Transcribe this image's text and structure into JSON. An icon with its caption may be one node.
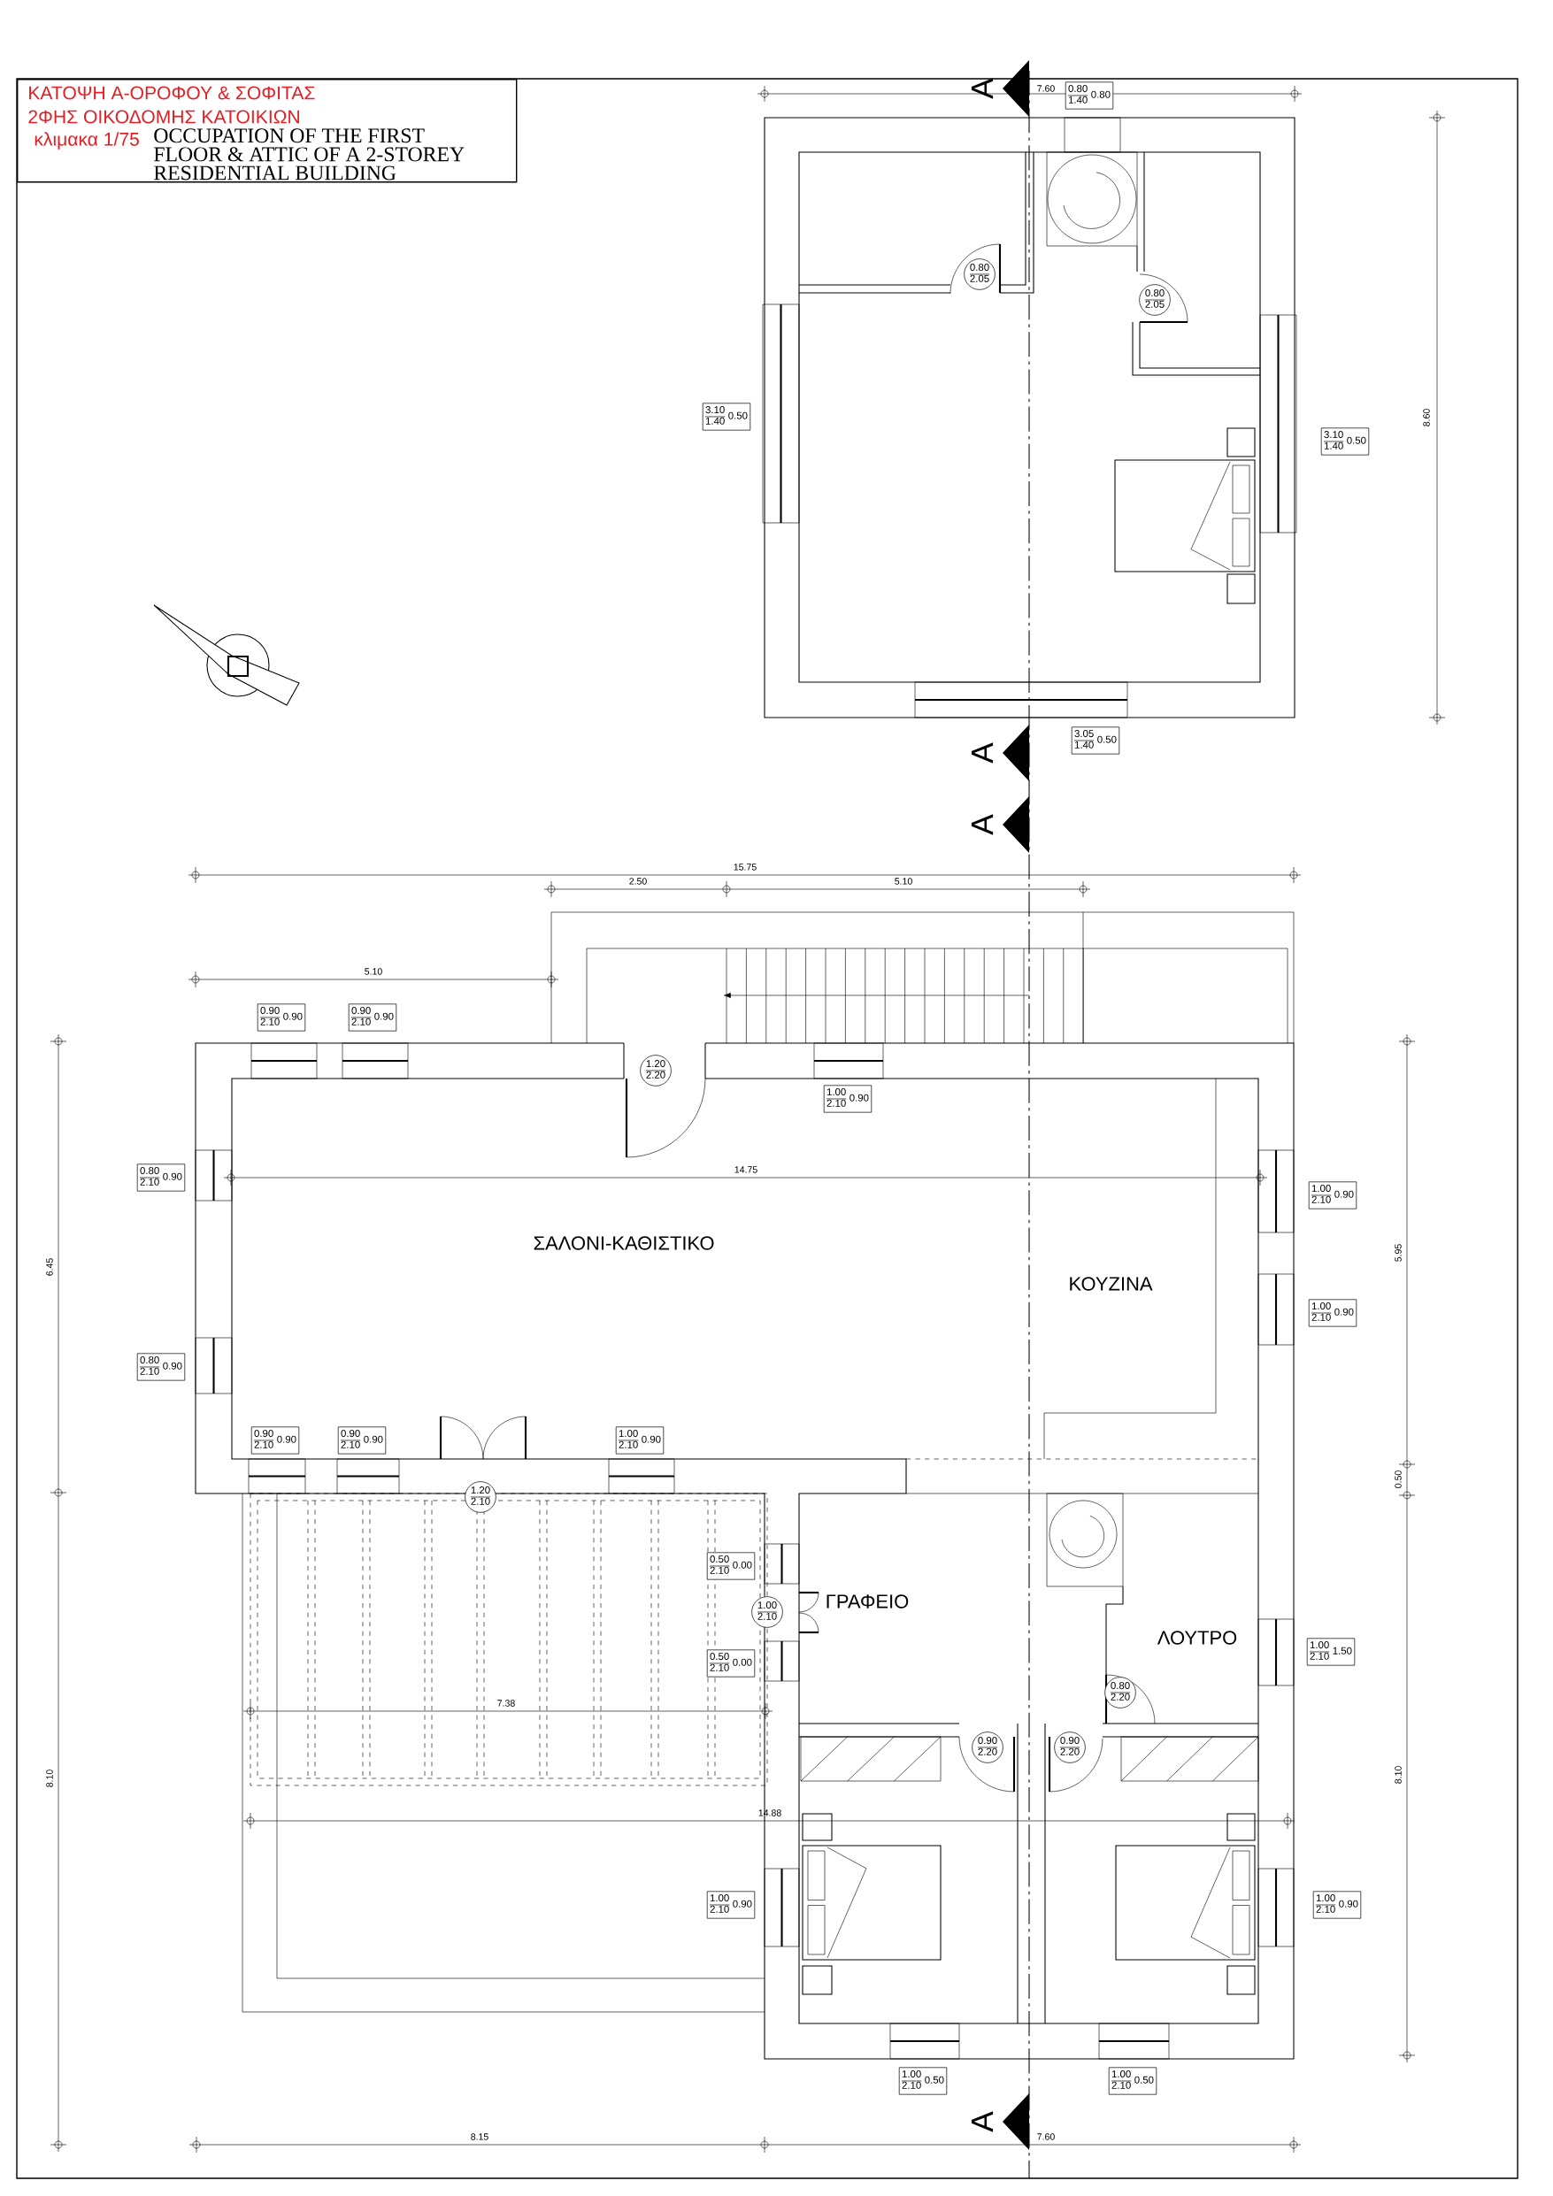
{
  "diagram": {
    "nodes": [
      {
        "text": [
          "ΚΑΤΟΨΗ Α-ΟΡΟΦΟΥ & ΣΟΦΙΤΑΣ",
          "2ΦΗΣ ΟΙΚΟΔΟΜΗΣ ΚΑΤΟΙΚΙΩΝ",
          "κλιμακα 1/75",
          "OCCUPATION OF THE FIRST FLOOR & ATTIC OF A 2-STOREY RESIDENTIAL BUILDING"
        ]
      },
      {
        "text": [
          "0.80",
          "1.40",
          "0.80"
        ]
      },
      {
        "text": [
          "0.80",
          "2.05"
        ]
      },
      {
        "text": [
          "0.80",
          "2.05"
        ]
      },
      {
        "text": [
          "3.10",
          "1.40",
          "0.50"
        ]
      },
      {
        "text": [
          "3.10",
          "1.40",
          "0.50"
        ]
      },
      {
        "text": [
          "3.05",
          "1.40",
          "0.50"
        ]
      },
      {
        "text": [
          "0.90",
          "2.10",
          "0.90"
        ]
      },
      {
        "text": [
          "0.90",
          "2.10",
          "0.90"
        ]
      },
      {
        "text": [
          "1.20",
          "2.20"
        ]
      },
      {
        "text": [
          "1.00",
          "2.10",
          "0.90"
        ]
      },
      {
        "text": [
          "0.80",
          "2.10",
          "0.90"
        ]
      },
      {
        "text": [
          "1.00",
          "2.10",
          "0.90"
        ]
      },
      {
        "text": [
          "1.00",
          "2.10",
          "0.90"
        ]
      },
      {
        "text": [
          "0.80",
          "2.10",
          "0.90"
        ]
      },
      {
        "text": [
          "0.90",
          "2.10",
          "0.90"
        ]
      },
      {
        "text": [
          "0.90",
          "2.10",
          "0.90"
        ]
      },
      {
        "text": [
          "1.00",
          "2.10",
          "0.90"
        ]
      },
      {
        "text": [
          "1.20",
          "2.10"
        ]
      },
      {
        "text": [
          "0.50",
          "2.10",
          "0.00"
        ]
      },
      {
        "text": [
          "1.00",
          "2.10"
        ]
      },
      {
        "text": [
          "0.50",
          "2.10",
          "0.00"
        ]
      },
      {
        "text": [
          "1.00",
          "2.10",
          "1.50"
        ]
      },
      {
        "text": [
          "0.80",
          "2.20"
        ]
      },
      {
        "text": [
          "0.90",
          "2.20"
        ]
      },
      {
        "text": [
          "0.90",
          "2.20"
        ]
      },
      {
        "text": [
          "1.00",
          "2.10",
          "0.90"
        ]
      },
      {
        "text": [
          "1.00",
          "2.10",
          "0.90"
        ]
      },
      {
        "text": [
          "1.00",
          "2.10",
          "0.50"
        ]
      },
      {
        "text": [
          "1.00",
          "2.10",
          "0.50"
        ]
      }
    ],
    "labels": [
      "7.60",
      "8.60",
      "A",
      "A",
      "A",
      "15.75",
      "2.50",
      "5.10",
      "5.10",
      "14.75",
      "6.45",
      "5.95",
      "0.50",
      "8.10",
      "8.10",
      "ΣΑΛΟΝΙ-ΚΑΘΙΣΤΙΚΟ",
      "ΚΟΥΖΙΝΑ",
      "ΓΡΑΦΕΙΟ",
      "ΛΟΥΤΡΟ",
      "7.38",
      "14.88",
      "A",
      "8.15",
      "7.60"
    ]
  }
}
